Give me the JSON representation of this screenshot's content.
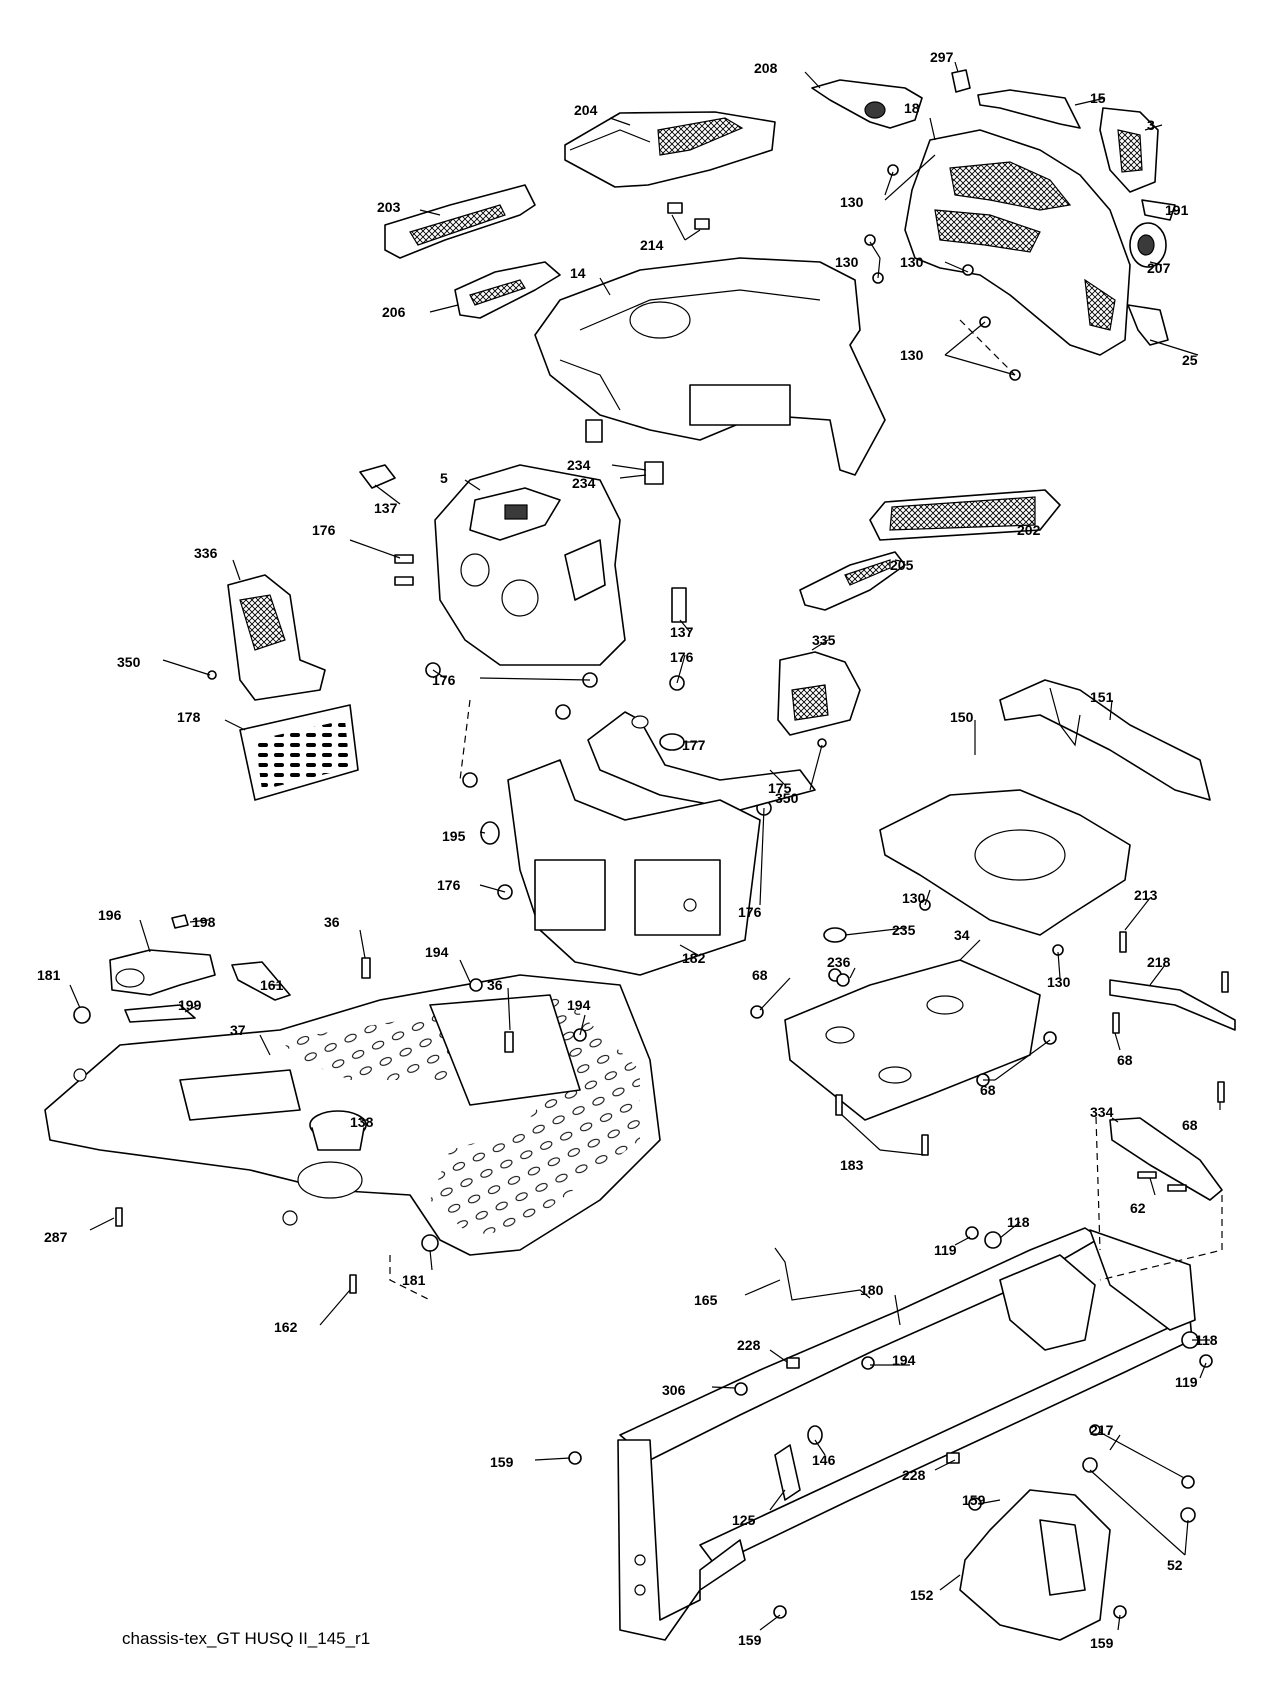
{
  "caption": "chassis-tex_GT HUSQ II_145_r1",
  "callouts": [
    "297",
    "208",
    "15",
    "18",
    "204",
    "3",
    "130",
    "191",
    "203",
    "214",
    "207",
    "14",
    "206",
    "25",
    "234",
    "5",
    "137",
    "202",
    "176",
    "336",
    "205",
    "350",
    "335",
    "151",
    "178",
    "150",
    "177",
    "175",
    "195",
    "182",
    "235",
    "34",
    "213",
    "196",
    "198",
    "36",
    "194",
    "68",
    "236",
    "218",
    "181",
    "161",
    "199",
    "37",
    "138",
    "183",
    "334",
    "62",
    "287",
    "118",
    "119",
    "165",
    "180",
    "162",
    "228",
    "306",
    "146",
    "217",
    "159",
    "125",
    "152",
    "52"
  ]
}
